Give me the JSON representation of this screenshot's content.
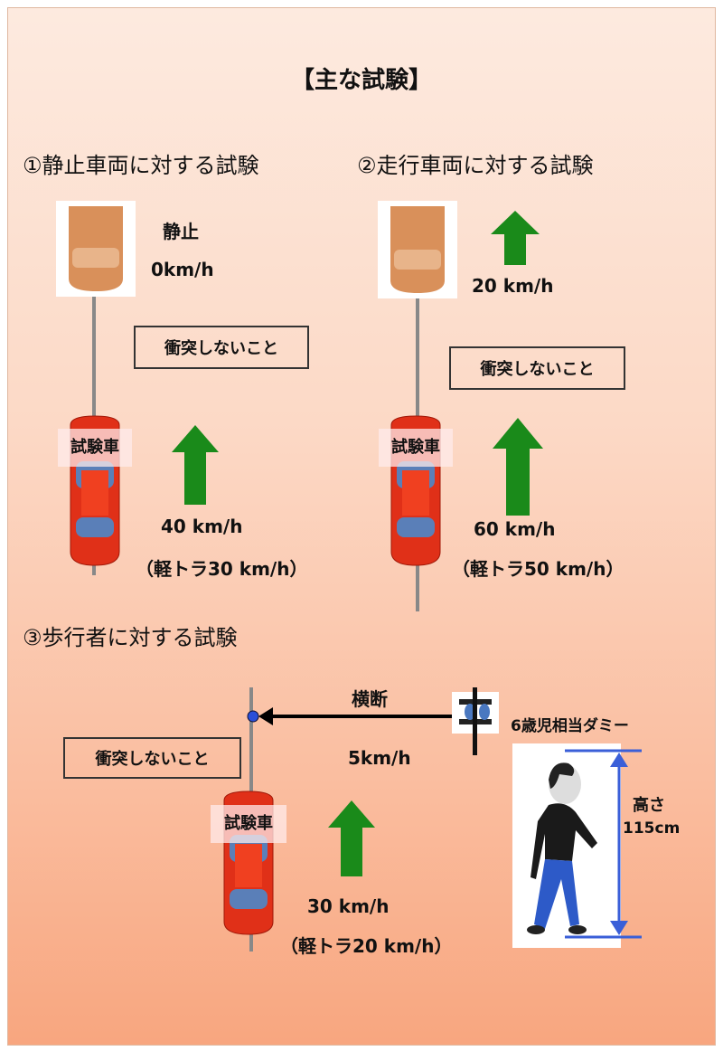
{
  "title": "【主な試験】",
  "tests": [
    {
      "heading": "①静止車両に対する試験",
      "target_state": "静止",
      "target_speed": "0km/h",
      "condition": "衝突しないこと",
      "test_vehicle_label": "試験車",
      "test_speed": "40 km/h",
      "kei_truck_speed": "（軽トラ30 km/h）"
    },
    {
      "heading": "②走行車両に対する試験",
      "target_speed": "20 km/h",
      "condition": "衝突しないこと",
      "test_vehicle_label": "試験車",
      "test_speed": "60 km/h",
      "kei_truck_speed": "（軽トラ50 km/h）"
    },
    {
      "heading": "③歩行者に対する試験",
      "crossing_label": "横断",
      "pedestrian_speed": "5km/h",
      "dummy_label": "6歳児相当ダミー",
      "condition": "衝突しないこと",
      "test_vehicle_label": "試験車",
      "test_speed": "30 km/h",
      "kei_truck_speed": "（軽トラ20 km/h）",
      "height_label": "高さ",
      "height_value": "115cm"
    }
  ],
  "colors": {
    "arrow": "#1a8a1a",
    "test_car": "#e03018",
    "target_car": "#d9905a",
    "dimension": "#3a5fd8"
  }
}
